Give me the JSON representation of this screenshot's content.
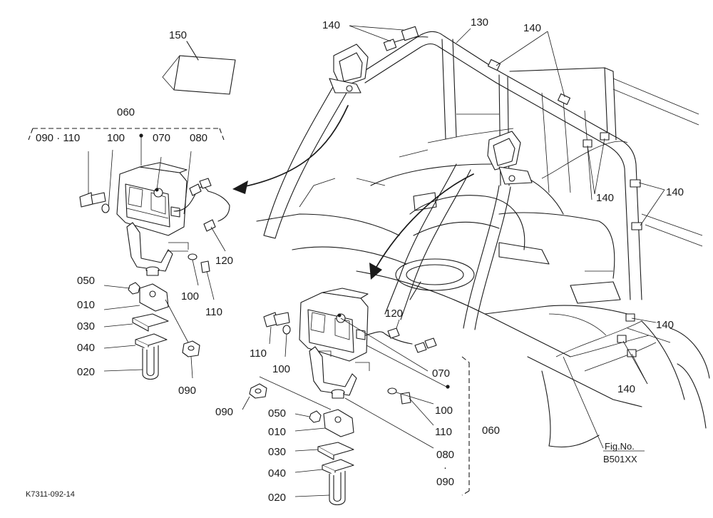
{
  "labels": {
    "p150": "150",
    "p140_top": "140",
    "p130": "130",
    "p140_top_right": "140",
    "p140_mid": "140",
    "p140_right": "140",
    "p140_lower_right": "140",
    "p140_bottom_right": "140",
    "p060_left": "060",
    "p090_110_left": "090 · 110",
    "p100_left_top": "100",
    "p070_left": "070",
    "p080_left": "080",
    "p120_left": "120",
    "p100_left_bottom": "100",
    "p110_left_bottom": "110",
    "p050_left": "050",
    "p010_left": "010",
    "p030_left": "030",
    "p040_left": "040",
    "p020_left": "020",
    "p090_left_bottom": "090",
    "p120_right": "120",
    "p110_right_top": "110",
    "p100_right_top": "100",
    "p070_right": "070",
    "p100_right_bottom": "100",
    "p110_right_bottom": "110",
    "p060_right": "060",
    "p090_right_top": "090",
    "p050_right": "050",
    "p010_right": "010",
    "p030_right": "030",
    "p040_right": "040",
    "p020_right": "020",
    "p080_right": "080",
    "p090_right_bottom": "090",
    "dot_separator": "·",
    "fig_no_label": "Fig.No.",
    "fig_no_value": "B501XX",
    "drawing_code": "K7311-092-14"
  }
}
